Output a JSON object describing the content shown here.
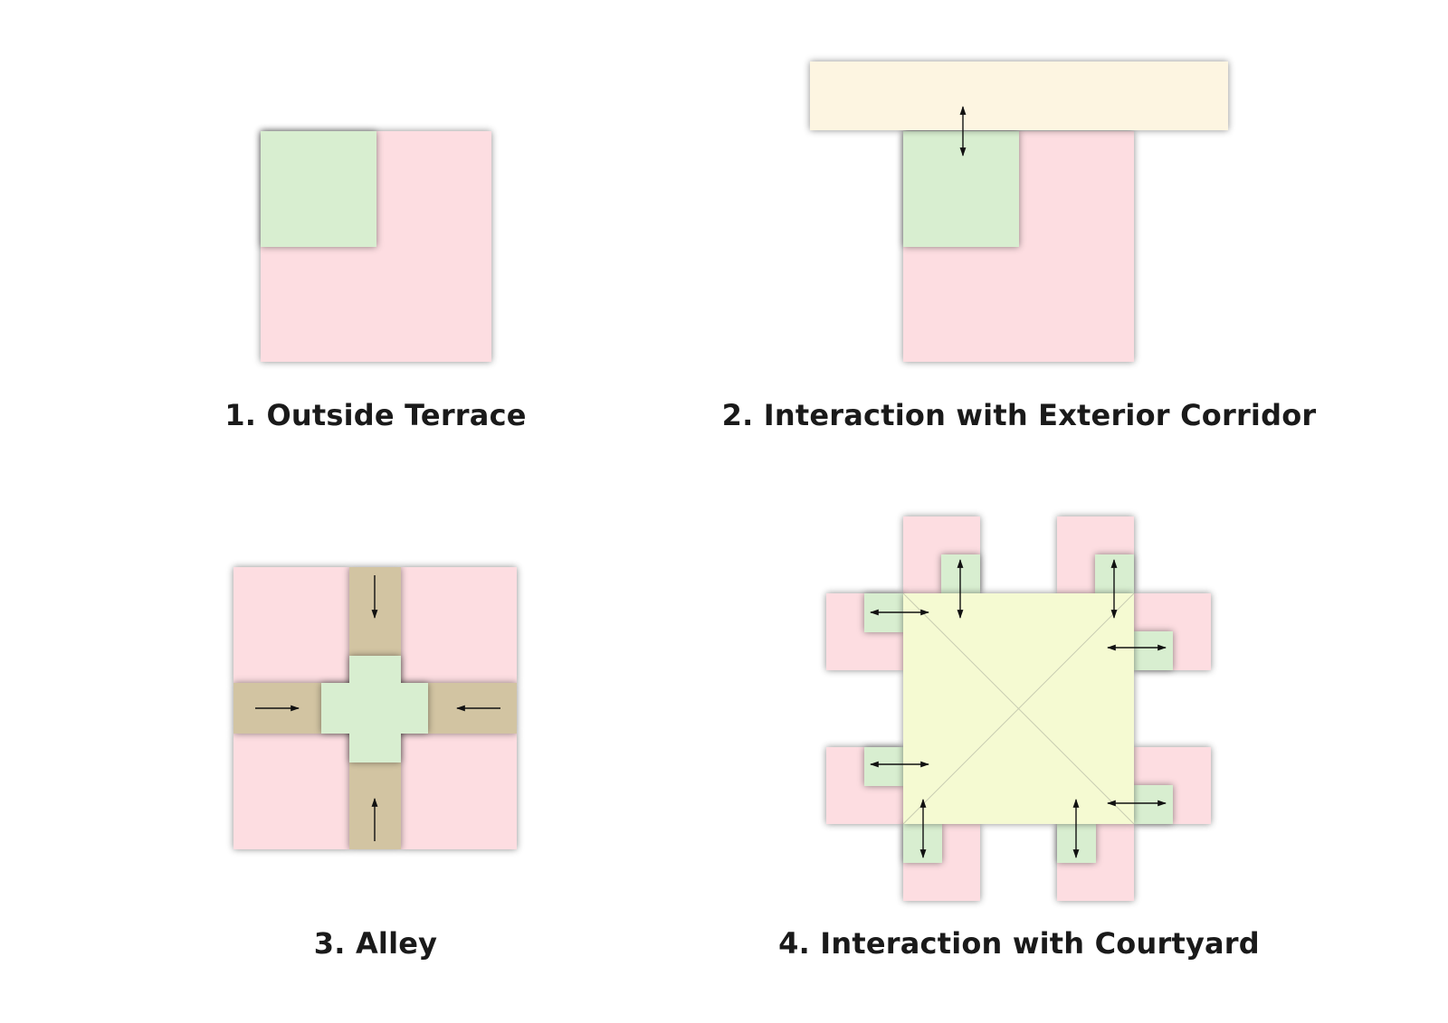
{
  "captions": {
    "outside_terrace": "1. Outside Terrace",
    "exterior_corridor": "2. Interaction with Exterior Corridor",
    "alley": "3. Alley",
    "courtyard": "4. Interaction with Courtyard"
  },
  "colors": {
    "unit": "#fddde1",
    "terrace": "#d8eed0",
    "corridor": "#fdf5e1",
    "alley": "#d2c4a2",
    "courtyard": "#f5fad2",
    "arrow": "#111111",
    "courtyard_diagonal": "#c9cdb2"
  }
}
